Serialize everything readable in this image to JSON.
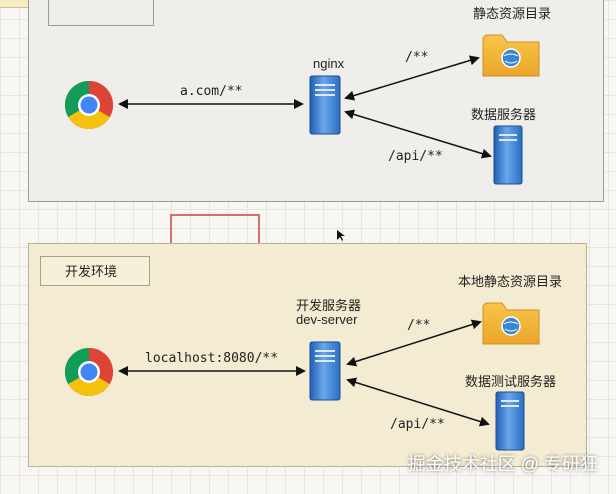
{
  "top_bar": {
    "title": ""
  },
  "production": {
    "proxy_label": "nginx",
    "browser_route": "a.com/**",
    "static_route": "/**",
    "api_route": "/api/**",
    "static_label": "静态资源目录",
    "data_server_label": "数据服务器"
  },
  "development": {
    "env_label": "开发环境",
    "proxy_label_line1": "开发服务器",
    "proxy_label_line2": "dev-server",
    "browser_route": "localhost:8080/**",
    "static_route": "/**",
    "api_route": "/api/**",
    "static_label": "本地静态资源目录",
    "data_server_label": "数据测试服务器"
  },
  "watermark": "掘金技术社区 @ 专研狂",
  "colors": {
    "production_bg": "#efeeea",
    "development_bg": "#f3ecd2",
    "selection_border": "#d46f6b"
  }
}
